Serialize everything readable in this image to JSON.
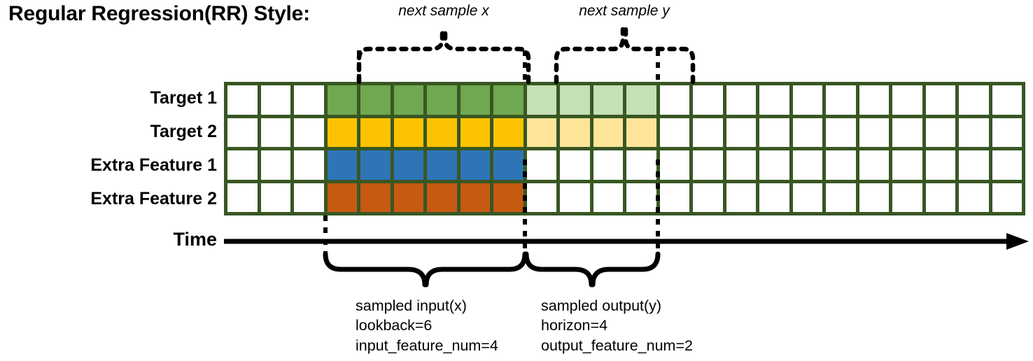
{
  "title": "Regular Regression(RR) Style:",
  "rows": [
    {
      "label": "Target 1",
      "color_key": "green"
    },
    {
      "label": "Target 2",
      "color_key": "yellow"
    },
    {
      "label": "Extra Feature 1",
      "color_key": "blue"
    },
    {
      "label": "Extra Feature 2",
      "color_key": "orange"
    }
  ],
  "time_axis": {
    "label": "Time"
  },
  "grid": {
    "columns": 24,
    "rows": 4,
    "lookback_start_col": 3,
    "lookback_end_col": 8,
    "horizon_start_col": 9,
    "horizon_end_col": 12,
    "cells": [
      [
        "white",
        "white",
        "white",
        "green",
        "green",
        "green",
        "green",
        "green",
        "green",
        "lgreen",
        "lgreen",
        "lgreen",
        "lgreen",
        "white",
        "white",
        "white",
        "white",
        "white",
        "white",
        "white",
        "white",
        "white",
        "white",
        "white"
      ],
      [
        "white",
        "white",
        "white",
        "yellow",
        "yellow",
        "yellow",
        "yellow",
        "yellow",
        "yellow",
        "lyellow",
        "lyellow",
        "lyellow",
        "lyellow",
        "white",
        "white",
        "white",
        "white",
        "white",
        "white",
        "white",
        "white",
        "white",
        "white",
        "white"
      ],
      [
        "white",
        "white",
        "white",
        "blue",
        "blue",
        "blue",
        "blue",
        "blue",
        "blue",
        "white",
        "white",
        "white",
        "white",
        "white",
        "white",
        "white",
        "white",
        "white",
        "white",
        "white",
        "white",
        "white",
        "white",
        "white"
      ],
      [
        "white",
        "white",
        "white",
        "orange",
        "orange",
        "orange",
        "orange",
        "orange",
        "orange",
        "white",
        "white",
        "white",
        "white",
        "white",
        "white",
        "white",
        "white",
        "white",
        "white",
        "white",
        "white",
        "white",
        "white",
        "white"
      ]
    ]
  },
  "top_annotations": [
    {
      "id": "next-sample-x",
      "text": "next sample x"
    },
    {
      "id": "next-sample-y",
      "text": "next sample y"
    }
  ],
  "bottom_annotations": [
    {
      "id": "sampled-input",
      "lines": [
        "sampled input(x)",
        "lookback=6",
        "input_feature_num=4"
      ]
    },
    {
      "id": "sampled-output",
      "lines": [
        "sampled output(y)",
        "horizon=4",
        "output_feature_num=2"
      ]
    }
  ],
  "colors": {
    "green": "#6fa84f",
    "yellow": "#fdc300",
    "blue": "#2e75b6",
    "orange": "#c55a11",
    "light_green": "#c5e0b4",
    "light_yellow": "#ffe599",
    "grid_border": "#385723",
    "text": "#000000",
    "background": "#ffffff"
  },
  "chart_data": {
    "type": "table",
    "title": "Regular Regression(RR) Style:",
    "categories": [
      "Target 1",
      "Target 2",
      "Extra Feature 1",
      "Extra Feature 2"
    ],
    "total_timesteps": 24,
    "lookback": 6,
    "horizon": 4,
    "input_feature_num": 4,
    "output_feature_num": 2,
    "series": [
      {
        "name": "Target 1",
        "input_span": [
          3,
          8
        ],
        "output_span": [
          9,
          12
        ]
      },
      {
        "name": "Target 2",
        "input_span": [
          3,
          8
        ],
        "output_span": [
          9,
          12
        ]
      },
      {
        "name": "Extra Feature 1",
        "input_span": [
          3,
          8
        ],
        "output_span": null
      },
      {
        "name": "Extra Feature 2",
        "input_span": [
          3,
          8
        ],
        "output_span": null
      }
    ],
    "xlabel": "Time",
    "ylabel": "",
    "grid": true,
    "legend": "none"
  }
}
